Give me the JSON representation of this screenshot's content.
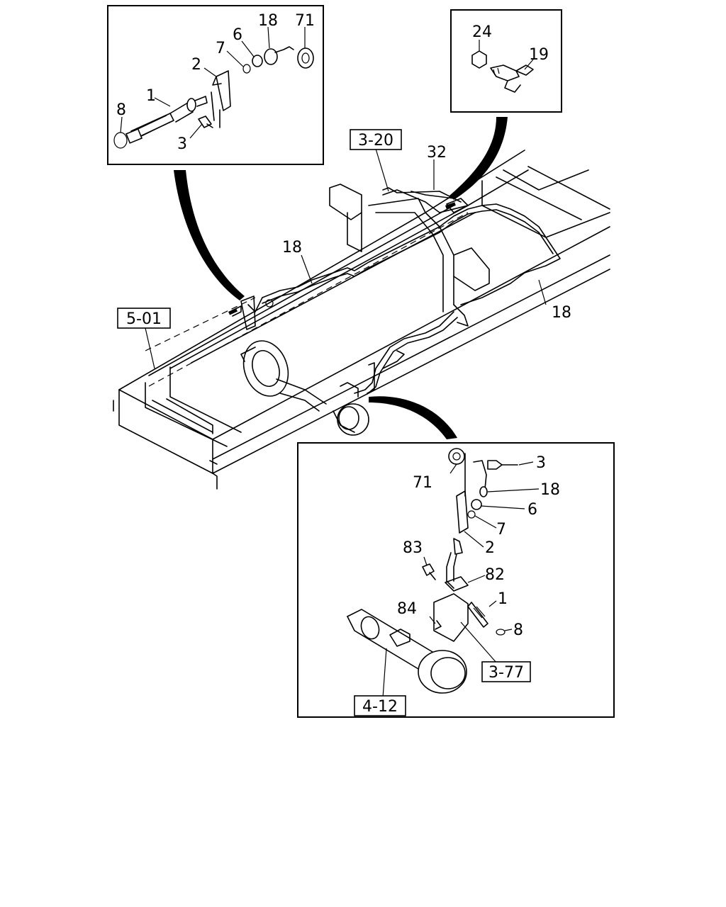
{
  "references": {
    "r301": "3-20",
    "r501": "5-01",
    "r377": "3-77",
    "r412": "4-12"
  },
  "callouts": {
    "a8": "8",
    "a1": "1",
    "a2": "2",
    "a3": "3",
    "a7": "7",
    "a6": "6",
    "a18": "18",
    "a71": "71",
    "b24": "24",
    "b19": "19",
    "m32": "32",
    "m18a": "18",
    "m18b": "18",
    "c71": "71",
    "c3": "3",
    "c18": "18",
    "c6": "6",
    "c7": "7",
    "c2": "2",
    "c83": "83",
    "c82": "82",
    "c1": "1",
    "c84": "84",
    "c8": "8"
  }
}
